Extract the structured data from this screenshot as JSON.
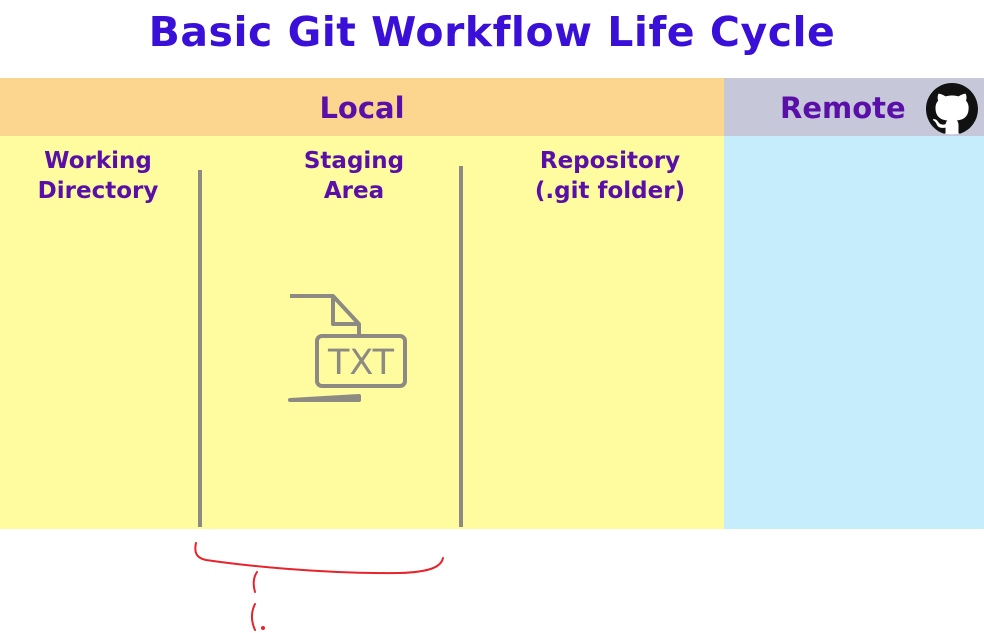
{
  "title": "Basic Git Workflow Life Cycle",
  "bands": {
    "local_label": "Local",
    "remote_label": "Remote",
    "remote_icon": "github-icon"
  },
  "columns": [
    {
      "line1": "Working",
      "line2": "Directory"
    },
    {
      "line1": "Staging",
      "line2": "Area"
    },
    {
      "line1": "Repository",
      "line2": "(.git folder)"
    }
  ],
  "file_icon": {
    "name": "txt-file-icon",
    "label": "TXT"
  },
  "colors": {
    "title": "#3a10d8",
    "headers": "#5a0fa8",
    "local_band": "#fcd68e",
    "remote_band": "#c6c8d9",
    "local_body": "#fefc9e",
    "remote_body": "#c5edfc",
    "divider": "#8d8a84",
    "annotation": "#e8232b"
  }
}
